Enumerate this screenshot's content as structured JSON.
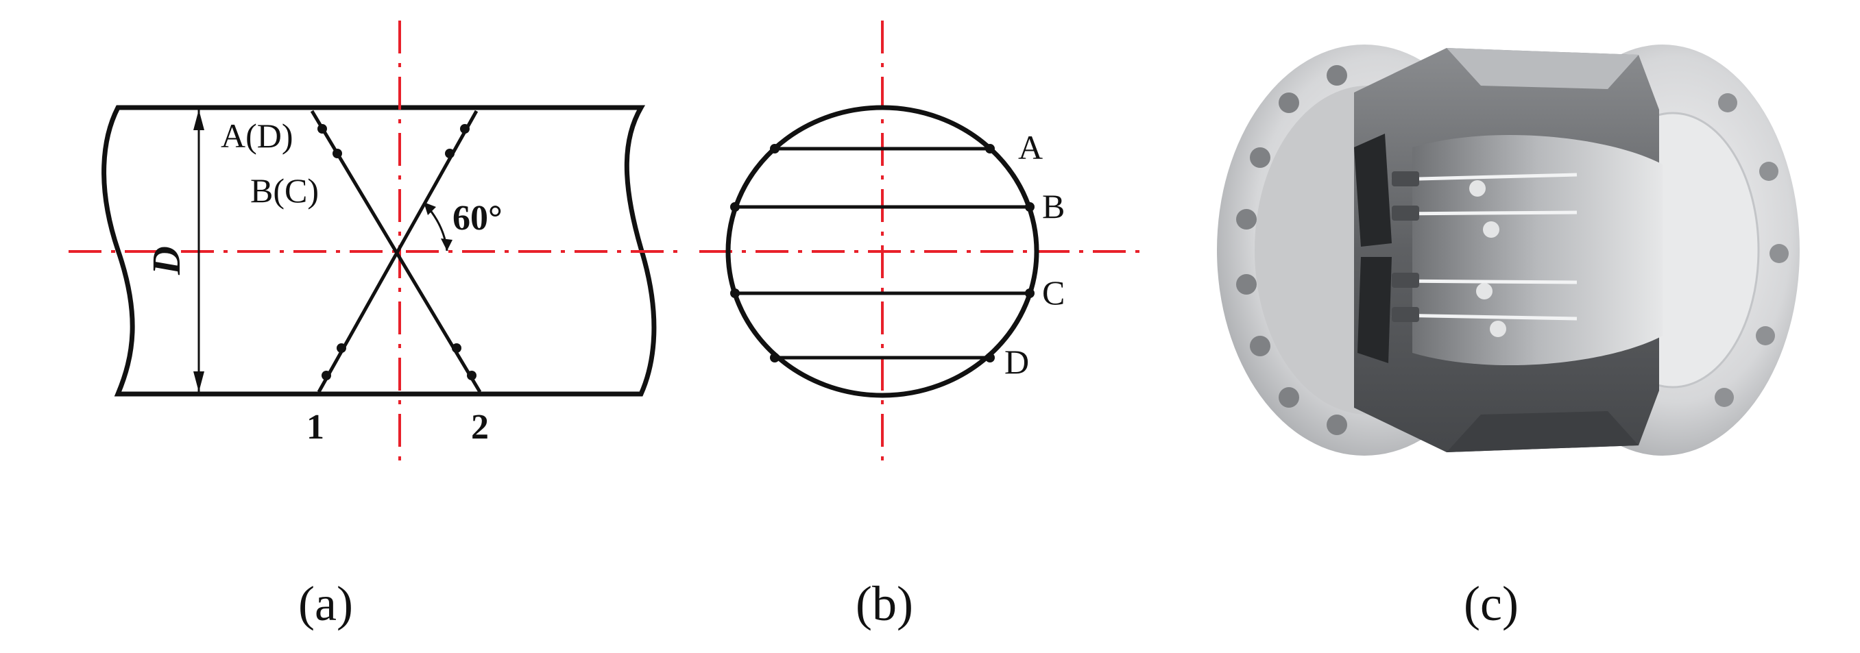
{
  "panel_a": {
    "diameter_label": "D",
    "path_label_upper": "A(D)",
    "path_label_lower": "B(C)",
    "angle_label": "60°",
    "transducer_1_label": "1",
    "transducer_2_label": "2",
    "caption": "(a)"
  },
  "panel_b": {
    "chord_labels": [
      "A",
      "B",
      "C",
      "D"
    ],
    "caption": "(b)"
  },
  "panel_c": {
    "caption": "(c)"
  },
  "colors": {
    "line": "#111111",
    "centerline": "#e8202a",
    "body_dark": "#5b5d60",
    "body_light": "#d9dadc"
  }
}
